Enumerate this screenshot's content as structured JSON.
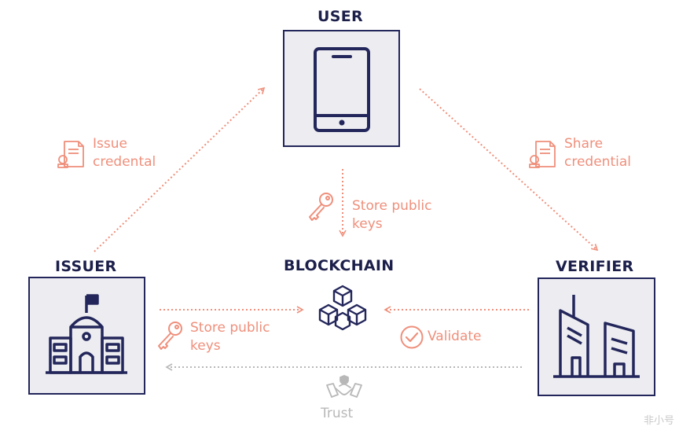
{
  "nodes": {
    "user": {
      "title": "USER"
    },
    "issuer": {
      "title": "ISSUER"
    },
    "blockchain": {
      "title": "BLOCKCHAIN"
    },
    "verifier": {
      "title": "VERIFIER"
    }
  },
  "edges": {
    "issue_credential": {
      "line1": "Issue",
      "line2": "credental"
    },
    "share_credential": {
      "line1": "Share",
      "line2": "credential"
    },
    "user_store_keys": {
      "line1": "Store public",
      "line2": "keys"
    },
    "issuer_store_keys": {
      "line1": "Store public",
      "line2": "keys"
    },
    "validate": {
      "label": "Validate"
    },
    "trust": {
      "label": "Trust"
    }
  },
  "colors": {
    "navy": "#23265a",
    "coral": "#ef8f7b",
    "grey": "#b8b8b8",
    "box_fill": "#ececf1"
  },
  "watermark": "非小号"
}
